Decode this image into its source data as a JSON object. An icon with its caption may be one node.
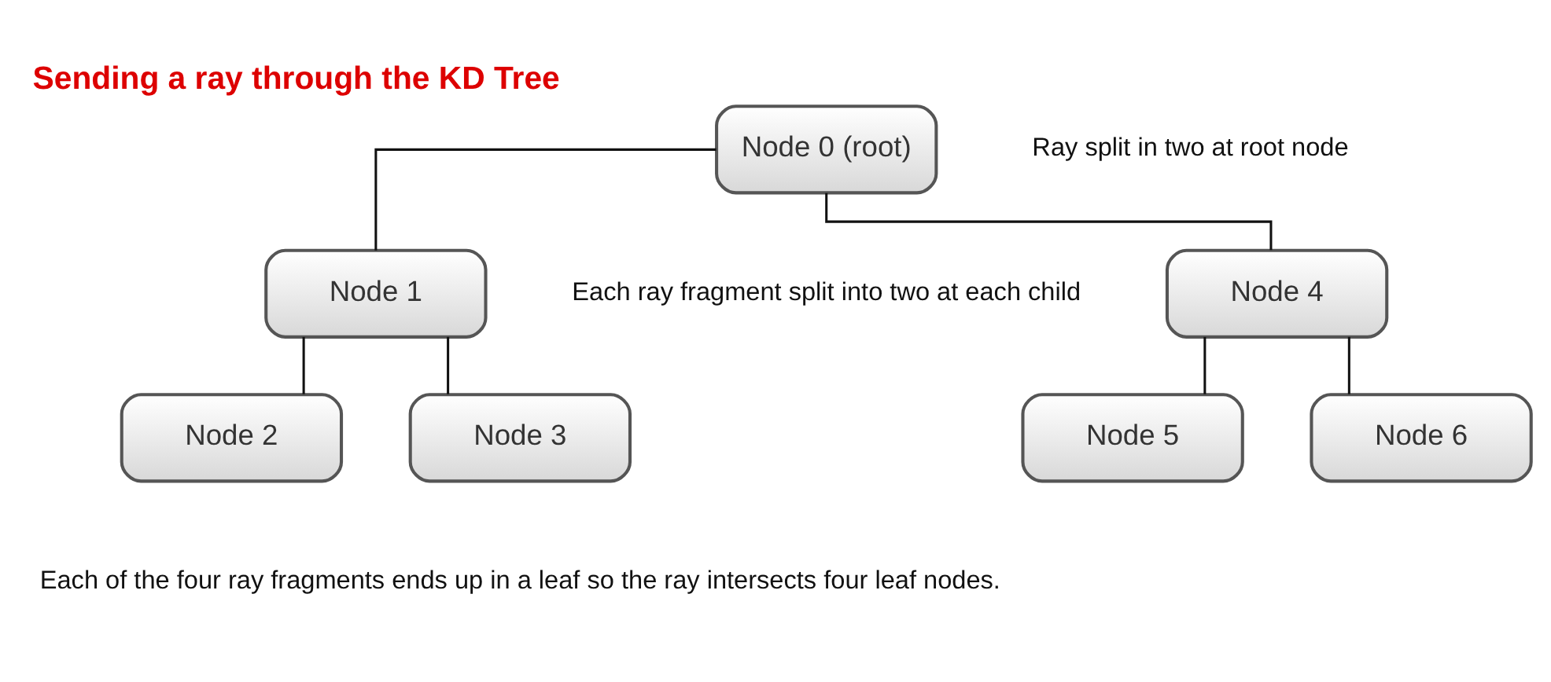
{
  "diagram": {
    "title": "Sending a ray through the KD Tree",
    "nodes": [
      {
        "text": [
          "Node 0 (root)"
        ]
      },
      {
        "text": [
          "Node 1"
        ]
      },
      {
        "text": [
          "Node 4"
        ]
      },
      {
        "text": [
          "Node 2"
        ]
      },
      {
        "text": [
          "Node 3"
        ]
      },
      {
        "text": [
          "Node 5"
        ]
      },
      {
        "text": [
          "Node 6"
        ]
      }
    ],
    "edges": [
      {
        "from": 0,
        "to": 1,
        "arrow": "none"
      },
      {
        "from": 0,
        "to": 2,
        "arrow": "none"
      },
      {
        "from": 1,
        "to": 3,
        "arrow": "none"
      },
      {
        "from": 1,
        "to": 4,
        "arrow": "none"
      },
      {
        "from": 2,
        "to": 5,
        "arrow": "none"
      },
      {
        "from": 2,
        "to": 6,
        "arrow": "none"
      }
    ],
    "labels": [
      "Ray split in two at root node",
      "Each ray fragment split into two at each child",
      "Each of the four ray fragments ends up in a leaf so the ray intersects four leaf nodes."
    ]
  }
}
